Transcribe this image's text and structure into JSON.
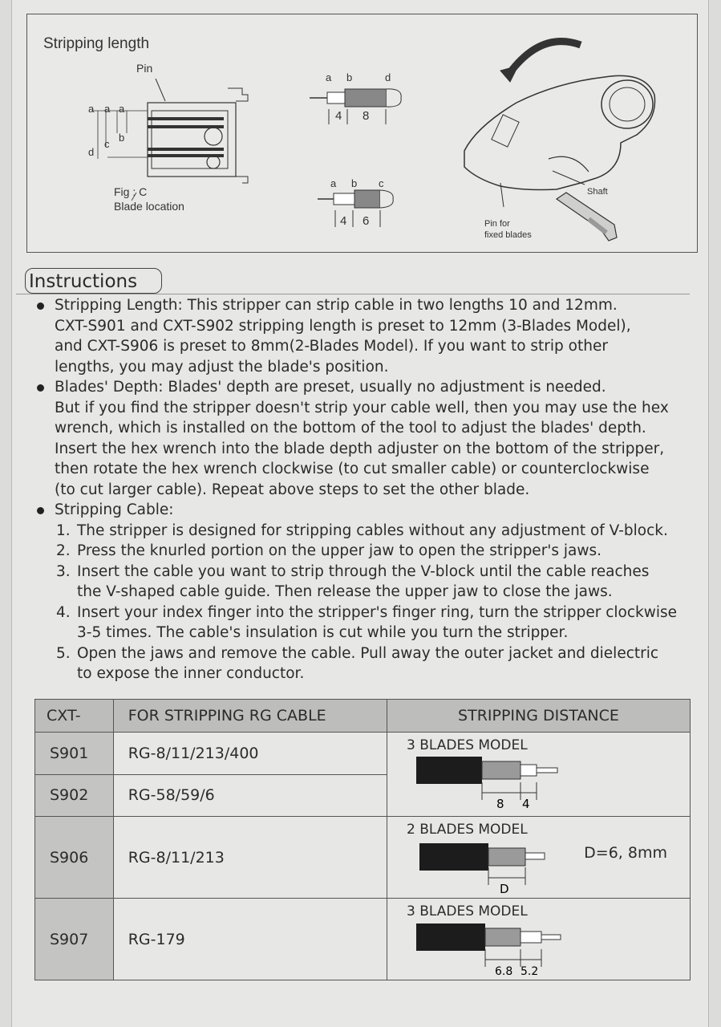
{
  "figure": {
    "title": "Stripping length",
    "pin_label": "Pin",
    "fig_caption": "Fig : C",
    "fig_sub": "Blade location",
    "dims_top": {
      "letters": [
        "a",
        "b",
        "d"
      ],
      "values": [
        "4",
        "8"
      ]
    },
    "dims_bottom": {
      "letters": [
        "a",
        "b",
        "c"
      ],
      "values": [
        "4",
        "6"
      ]
    },
    "left_letters": [
      "a",
      "a",
      "a",
      "b",
      "c",
      "d"
    ],
    "shaft_label": "Shaft",
    "pin_fixed_1": "Pin for",
    "pin_fixed_2": "fixed blades"
  },
  "instructions_title": "Instructions",
  "bullets": [
    {
      "lead": "Stripping Length:",
      "lines": [
        "This stripper can strip cable in two lengths  10 and 12mm.",
        "CXT-S901 and CXT-S902 stripping length is preset to 12mm (3-Blades Model),",
        "and CXT-S906 is preset to 8mm(2-Blades Model). If you want to strip other",
        "lengths, you may adjust the blade's position."
      ]
    },
    {
      "lead": "Blades' Depth:",
      "lines": [
        "Blades' depth are preset, usually no adjustment is needed.",
        "But if you find the stripper doesn't strip your cable well, then you may use the hex",
        "wrench, which is installed on the bottom of the tool to adjust the blades' depth.",
        "Insert the hex wrench into the blade depth adjuster on the bottom of the stripper,",
        "then rotate the hex wrench clockwise (to cut smaller cable) or counterclockwise",
        "(to cut larger cable). Repeat above steps to set the other blade."
      ]
    }
  ],
  "stripping_cable": {
    "lead": "Stripping Cable:",
    "steps": [
      {
        "num": "1.",
        "lines": [
          "The stripper is designed for stripping cables without any adjustment of V-block."
        ]
      },
      {
        "num": "2.",
        "lines": [
          "Press the knurled portion on the upper jaw to open the stripper's jaws."
        ]
      },
      {
        "num": "3.",
        "lines": [
          "Insert the cable you want to strip through the V-block until the cable reaches",
          "the V-shaped cable guide. Then release the upper jaw to close the jaws."
        ]
      },
      {
        "num": "4.",
        "lines": [
          "Insert your index finger into the stripper's finger ring, turn the stripper clockwise",
          "3-5 times. The cable's insulation is cut while you turn the stripper."
        ]
      },
      {
        "num": "5.",
        "lines": [
          "Open the jaws and remove the cable. Pull away the outer jacket and dielectric",
          "to expose the inner conductor."
        ]
      }
    ]
  },
  "table": {
    "headers": [
      "CXT-",
      "FOR STRIPPING RG CABLE",
      "STRIPPING DISTANCE"
    ],
    "rows": [
      {
        "model": "S901",
        "cable": "RG-8/11/213/400"
      },
      {
        "model": "S902",
        "cable": "RG-58/59/6"
      },
      {
        "model": "S906",
        "cable": "RG-8/11/213"
      },
      {
        "model": "S907",
        "cable": "RG-179"
      }
    ],
    "groups": [
      {
        "label": "3 BLADES MODEL",
        "dims": [
          "8",
          "4"
        ]
      },
      {
        "label": "2 BLADES MODEL",
        "dims": [
          "D"
        ],
        "value": "D=6, 8mm"
      },
      {
        "label": "3 BLADES MODEL",
        "dims": [
          "6.8",
          "5.2"
        ]
      }
    ]
  }
}
